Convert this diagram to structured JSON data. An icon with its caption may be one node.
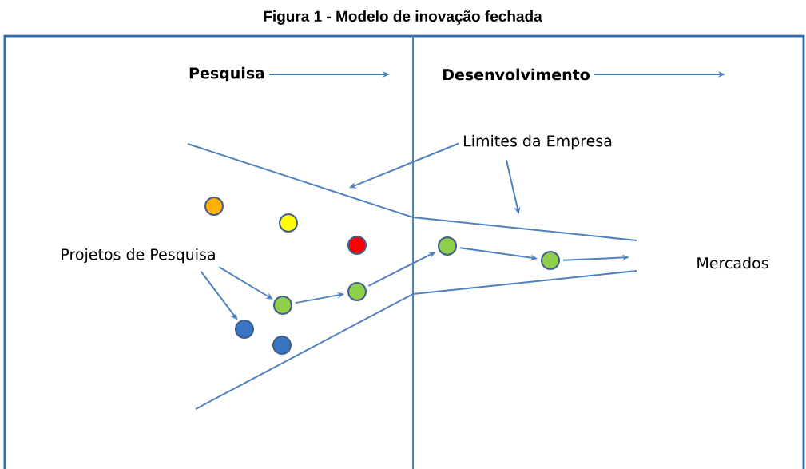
{
  "diagram": {
    "title": "Figura 1 - Modelo de inovação fechada",
    "nodes": [
      {
        "text": [
          "Pesquisa"
        ]
      },
      {
        "text": [
          "Desenvolvimento"
        ]
      },
      {
        "text": [
          "Limites da Empresa"
        ]
      },
      {
        "text": [
          "Projetos de Pesquisa"
        ]
      },
      {
        "text": [
          "Mercados"
        ]
      },
      {
        "text": [],
        "shape": "circle"
      },
      {
        "text": [],
        "shape": "circle"
      },
      {
        "text": [],
        "shape": "circle"
      },
      {
        "text": [],
        "shape": "circle"
      },
      {
        "text": [],
        "shape": "circle"
      },
      {
        "text": [],
        "shape": "circle"
      },
      {
        "text": [],
        "shape": "circle"
      },
      {
        "text": [],
        "shape": "circle"
      },
      {
        "text": [],
        "shape": "circle"
      }
    ],
    "edges": [
      {
        "from": 0,
        "to": null,
        "arrow": "to"
      },
      {
        "from": 1,
        "to": null,
        "arrow": "to"
      },
      {
        "from": 2,
        "to": null,
        "arrow": "to"
      },
      {
        "from": 2,
        "to": null,
        "arrow": "to"
      },
      {
        "from": 3,
        "to": 7,
        "arrow": "to"
      },
      {
        "from": 3,
        "to": 6,
        "arrow": "to"
      },
      {
        "from": 7,
        "to": 11,
        "arrow": "to"
      },
      {
        "from": 11,
        "to": 12,
        "arrow": "to"
      },
      {
        "from": 12,
        "to": 13,
        "arrow": "to"
      },
      {
        "from": 13,
        "to": null,
        "arrow": "to"
      }
    ]
  }
}
